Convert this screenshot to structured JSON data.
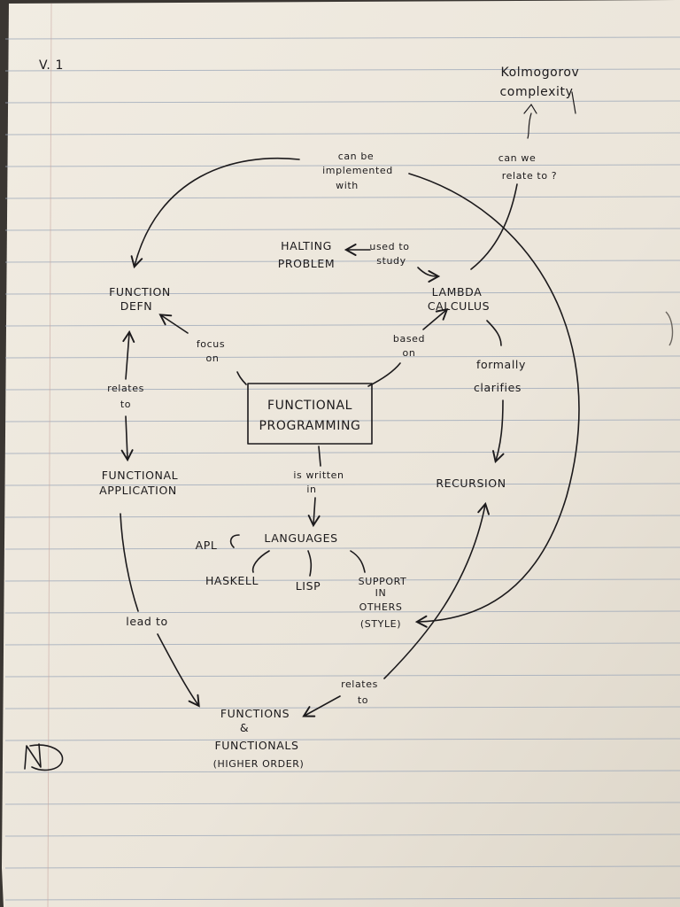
{
  "colors": {
    "paper": "#ece6db",
    "ink": "#1c1a1c",
    "rule_line": "#9aa6b8"
  },
  "version_mark": "V. 1",
  "initials_mark": "ND",
  "nodes": {
    "functional_programming": [
      "FUNCTIONAL",
      "PROGRAMMING"
    ],
    "function_defn": [
      "FUNCTION",
      "DEFN"
    ],
    "lambda_calculus": [
      "LAMBDA",
      "CALCULUS"
    ],
    "halting_problem": [
      "HALTING",
      "PROBLEM"
    ],
    "kolmogorov": [
      "Kolmogorov",
      "complexity"
    ],
    "functional_application": [
      "FUNCTIONAL",
      "APPLICATION"
    ],
    "recursion": "RECURSION",
    "languages": "LANGUAGES",
    "apl": "APL",
    "haskell": "HASKELL",
    "lisp": "LISP",
    "support": [
      "SUPPORT",
      "IN",
      "OTHERS",
      "(STYLE)"
    ],
    "functions": [
      "FUNCTIONS",
      "&",
      "FUNCTIONALS",
      "(HIGHER ORDER)"
    ]
  },
  "links": {
    "can_be_implemented": [
      "can be",
      "implemented",
      "with"
    ],
    "can_we_relate": [
      "can we",
      "relate to ?"
    ],
    "used_to_study": [
      "used to",
      "study"
    ],
    "focus_on": [
      "focus",
      "on"
    ],
    "based_on": [
      "based",
      "on"
    ],
    "relates_to_left": [
      "relates",
      "to"
    ],
    "formally_clarifies": [
      "formally",
      "clarifies"
    ],
    "is_written_in": [
      "is written",
      "in"
    ],
    "lead_to": "lead to",
    "relates_to_bottom": [
      "relates",
      "to"
    ]
  }
}
